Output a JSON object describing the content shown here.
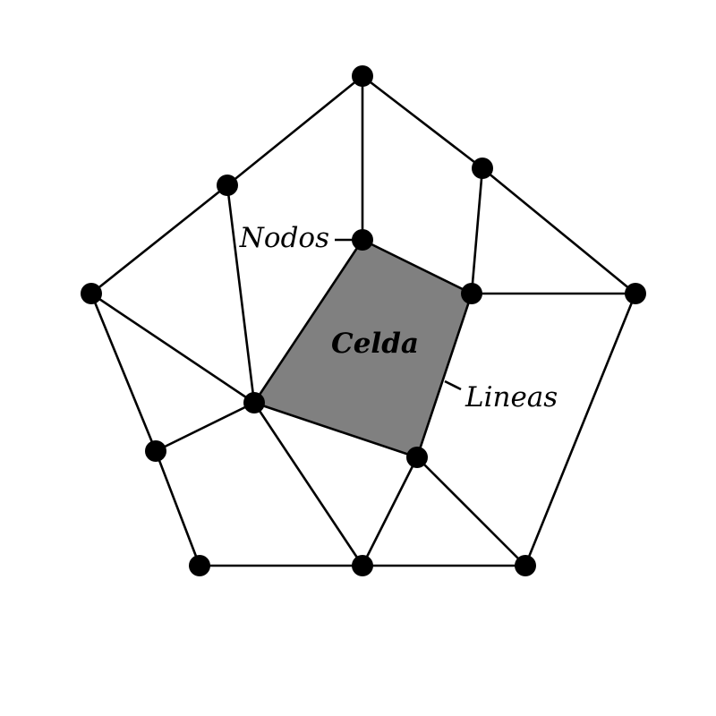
{
  "labels": {
    "nodes": "Nodos",
    "cell": "Celda",
    "lines": "Lineas"
  },
  "colors": {
    "cell_fill": "#808080",
    "stroke": "#000000",
    "node": "#000000",
    "background": "#ffffff"
  }
}
